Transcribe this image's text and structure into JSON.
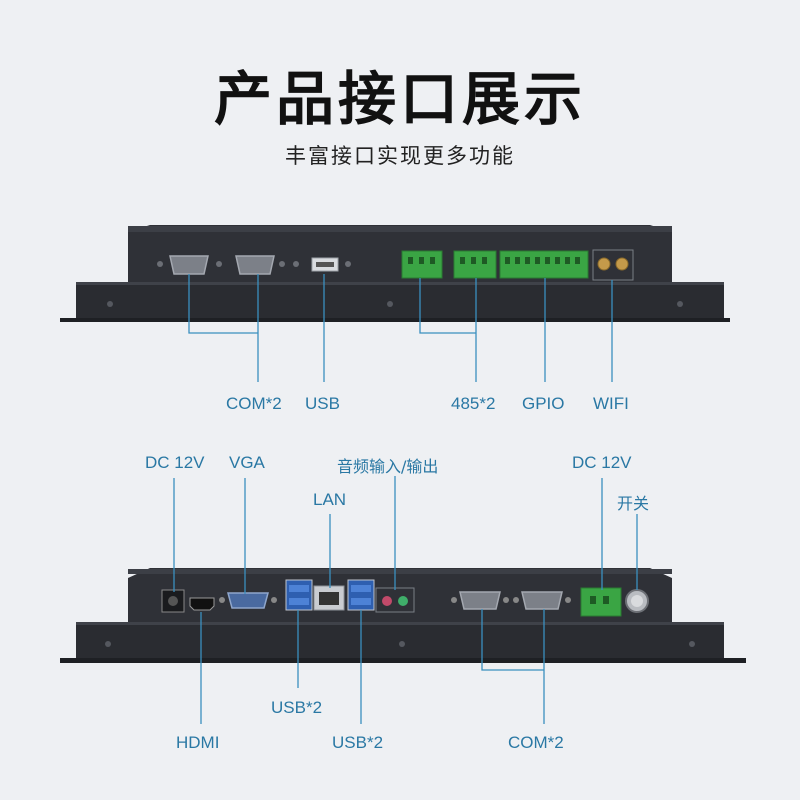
{
  "header": {
    "title": "产品接口展示",
    "subtitle": "丰富接口实现更多功能"
  },
  "top_panel": {
    "labels": {
      "com": "COM*2",
      "usb": "USB",
      "rs485": "485*2",
      "gpio": "GPIO",
      "wifi": "WIFI"
    }
  },
  "bottom_panel": {
    "labels": {
      "dc_left": "DC 12V",
      "vga": "VGA",
      "lan": "LAN",
      "audio": "音频输入/输出",
      "dc_right": "DC 12V",
      "power_switch": "开关",
      "hdmi": "HDMI",
      "usb_a": "USB*2",
      "usb_b": "USB*2",
      "com": "COM*2"
    }
  },
  "colors": {
    "label_blue": "#2a78a4",
    "leader_line": "#3a8fbf",
    "chassis": "#2e3036",
    "terminal_green": "#3aa544"
  }
}
